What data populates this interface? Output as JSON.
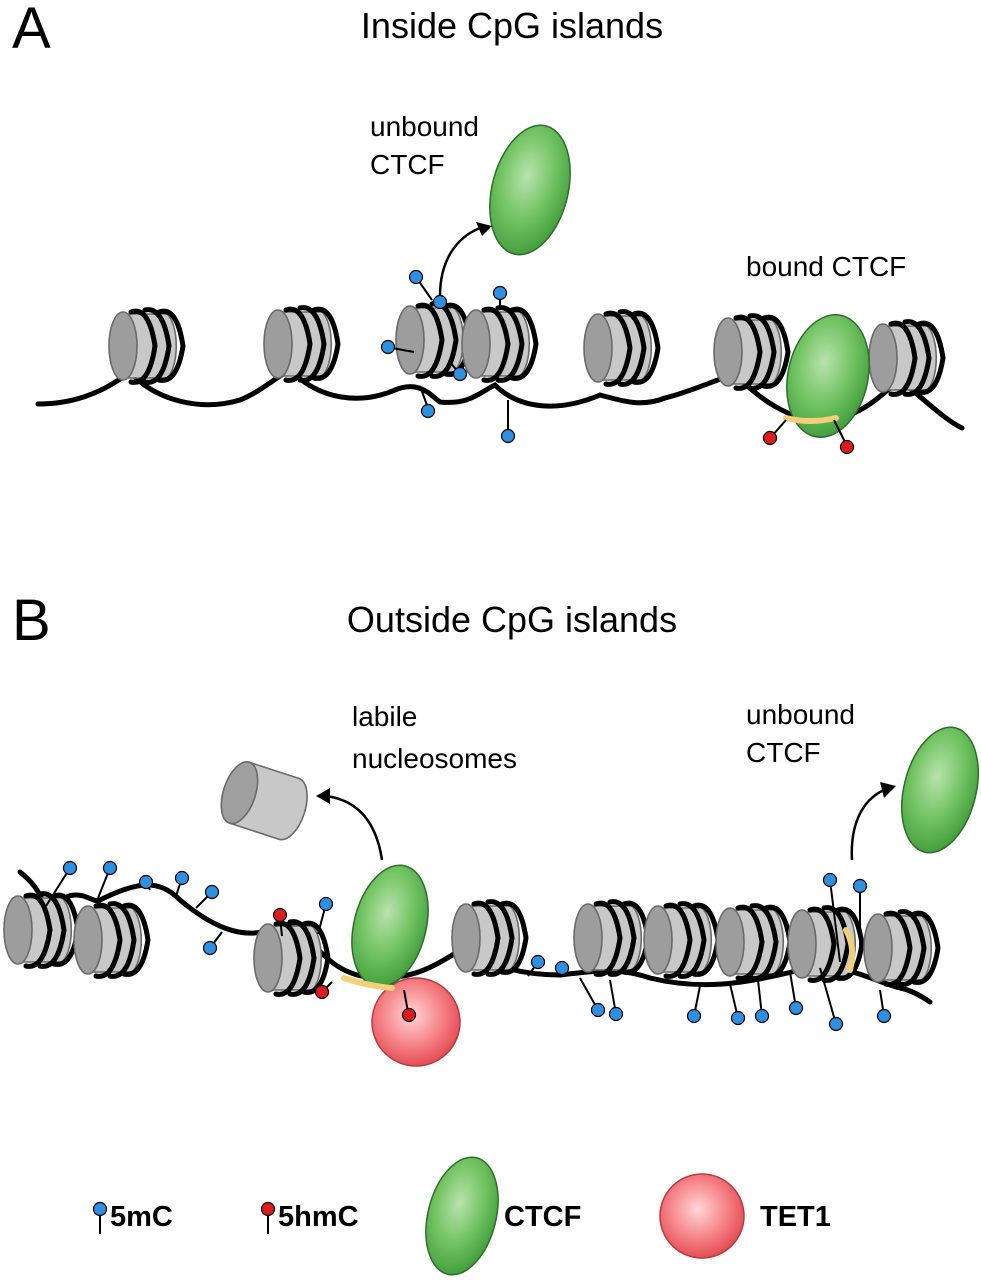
{
  "panel_a": {
    "letter": "A",
    "title": "Inside CpG islands",
    "label_unbound_1": "unbound",
    "label_unbound_2": "CTCF",
    "label_bound": "bound CTCF"
  },
  "panel_b": {
    "letter": "B",
    "title": "Outside CpG islands",
    "label_labile_1": "labile",
    "label_labile_2": "nucleosomes",
    "label_unbound_1": "unbound",
    "label_unbound_2": "CTCF"
  },
  "legend": {
    "items": [
      {
        "label": "5mC",
        "color": "#2f8fe0",
        "icon": "5mC-pin-icon"
      },
      {
        "label": "5hmC",
        "color": "#dd1d1d",
        "icon": "5hmC-pin-icon"
      },
      {
        "label": "CTCF",
        "color": "#5cb84f",
        "icon": "ctcf-ellipse-icon"
      },
      {
        "label": "TET1",
        "color": "#f0686e",
        "icon": "tet1-circle-icon"
      }
    ]
  },
  "colors": {
    "histone": "#bfbfbf",
    "histone_dark": "#8c8c8c",
    "dna": "#000000",
    "ctcf_site": "#f2cf7a",
    "mC": "#2f8fe0",
    "hmC": "#dd1d1d",
    "ctcf": "#5cb84f",
    "tet1": "#f0686e"
  }
}
